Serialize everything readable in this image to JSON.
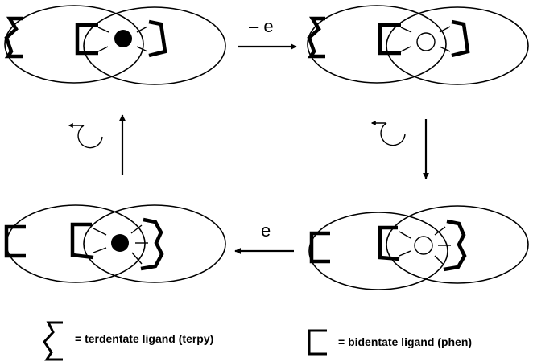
{
  "steps": {
    "oxidation": "– e",
    "reduction": "e"
  },
  "legend": {
    "terdentate": "= terdentate ligand (terpy)",
    "bidentate": "= bidentate ligand (phen)"
  },
  "states": [
    {
      "position": "top-left",
      "metal": "filled",
      "inner_ligand": "bidentate"
    },
    {
      "position": "top-right",
      "metal": "open",
      "inner_ligand": "bidentate"
    },
    {
      "position": "bottom-right",
      "metal": "open",
      "inner_ligand": "terdentate"
    },
    {
      "position": "bottom-left",
      "metal": "filled",
      "inner_ligand": "terdentate"
    }
  ],
  "colors": {
    "ink": "#000000",
    "paper": "#ffffff"
  }
}
